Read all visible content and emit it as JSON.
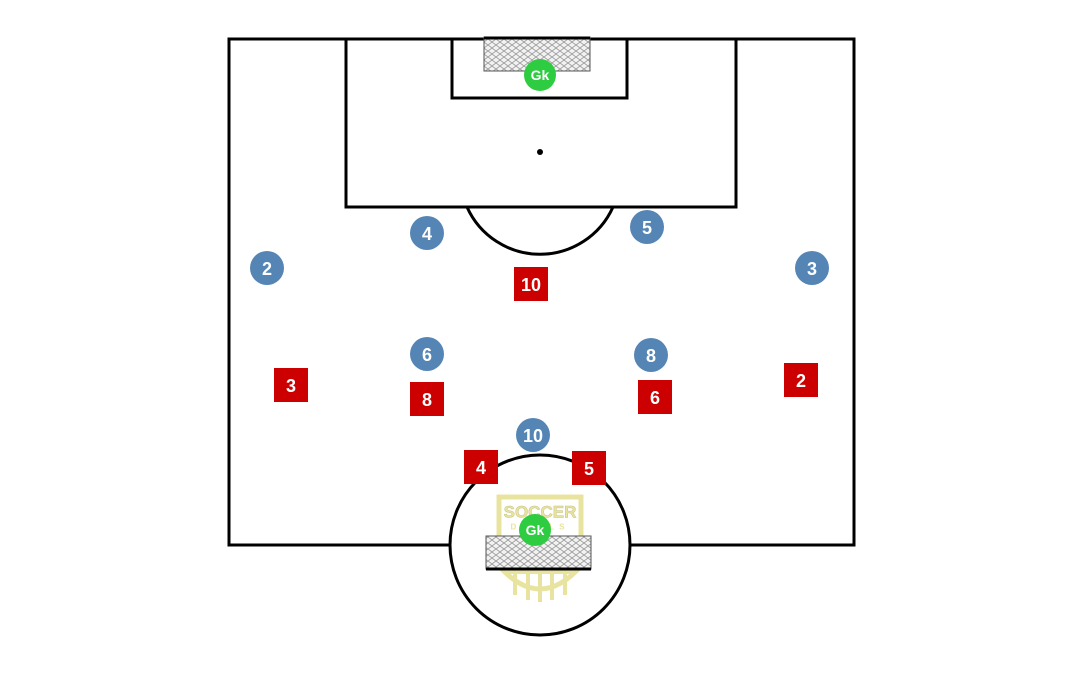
{
  "diagram": {
    "pitch_line_color": "#000000",
    "blue_team_color": "#5585b5",
    "red_team_color": "#cc0000",
    "goalkeeper_color": "#2ecc40",
    "logo_color": "#e8e4a0"
  },
  "logo": {
    "text_line1": "SOCCER",
    "text_line2": "DRILLS"
  },
  "goalkeepers": [
    {
      "label": "Gk"
    },
    {
      "label": "Gk"
    }
  ],
  "blue_players": [
    {
      "label": "4"
    },
    {
      "label": "5"
    },
    {
      "label": "2"
    },
    {
      "label": "3"
    },
    {
      "label": "6"
    },
    {
      "label": "8"
    },
    {
      "label": "10"
    }
  ],
  "red_players": [
    {
      "label": "10"
    },
    {
      "label": "3"
    },
    {
      "label": "8"
    },
    {
      "label": "6"
    },
    {
      "label": "2"
    },
    {
      "label": "4"
    },
    {
      "label": "5"
    }
  ]
}
